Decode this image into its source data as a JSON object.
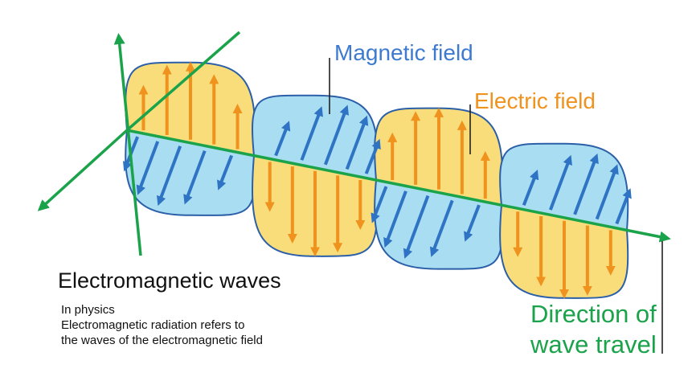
{
  "labels": {
    "magnetic_field": "Magnetic field",
    "electric_field": "Electric field",
    "direction_line1": "Direction of",
    "direction_line2": "wave travel"
  },
  "caption": {
    "title": "Electromagnetic waves",
    "lines": [
      "In physics",
      "Electromagnetic radiation  refers to",
      "the waves of the electromagnetic field"
    ]
  },
  "colors": {
    "axis_green": "#1aa34a",
    "electric_fill": "#f8dd7a",
    "electric_arrow": "#f0921e",
    "magnetic_fill": "#a9ddf2",
    "magnetic_arrow": "#2f74c4",
    "outline": "#2b5fa8",
    "magnetic_text": "#3e7ad0",
    "electric_text": "#f0921e",
    "direction_text": "#1aa34a"
  }
}
